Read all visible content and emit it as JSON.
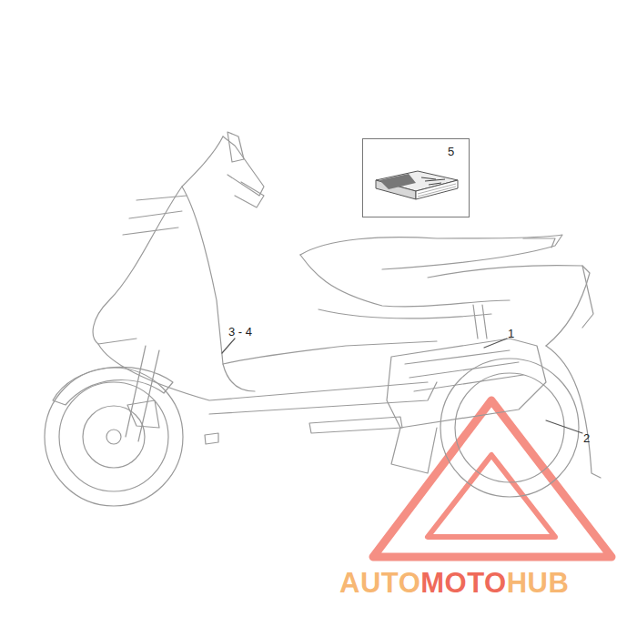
{
  "diagram": {
    "nodes": [
      {
        "text": [
          "5"
        ]
      }
    ],
    "labels": [
      "3 - 4",
      "1",
      "2",
      "AUTO",
      "MOTO",
      "HUB"
    ]
  }
}
